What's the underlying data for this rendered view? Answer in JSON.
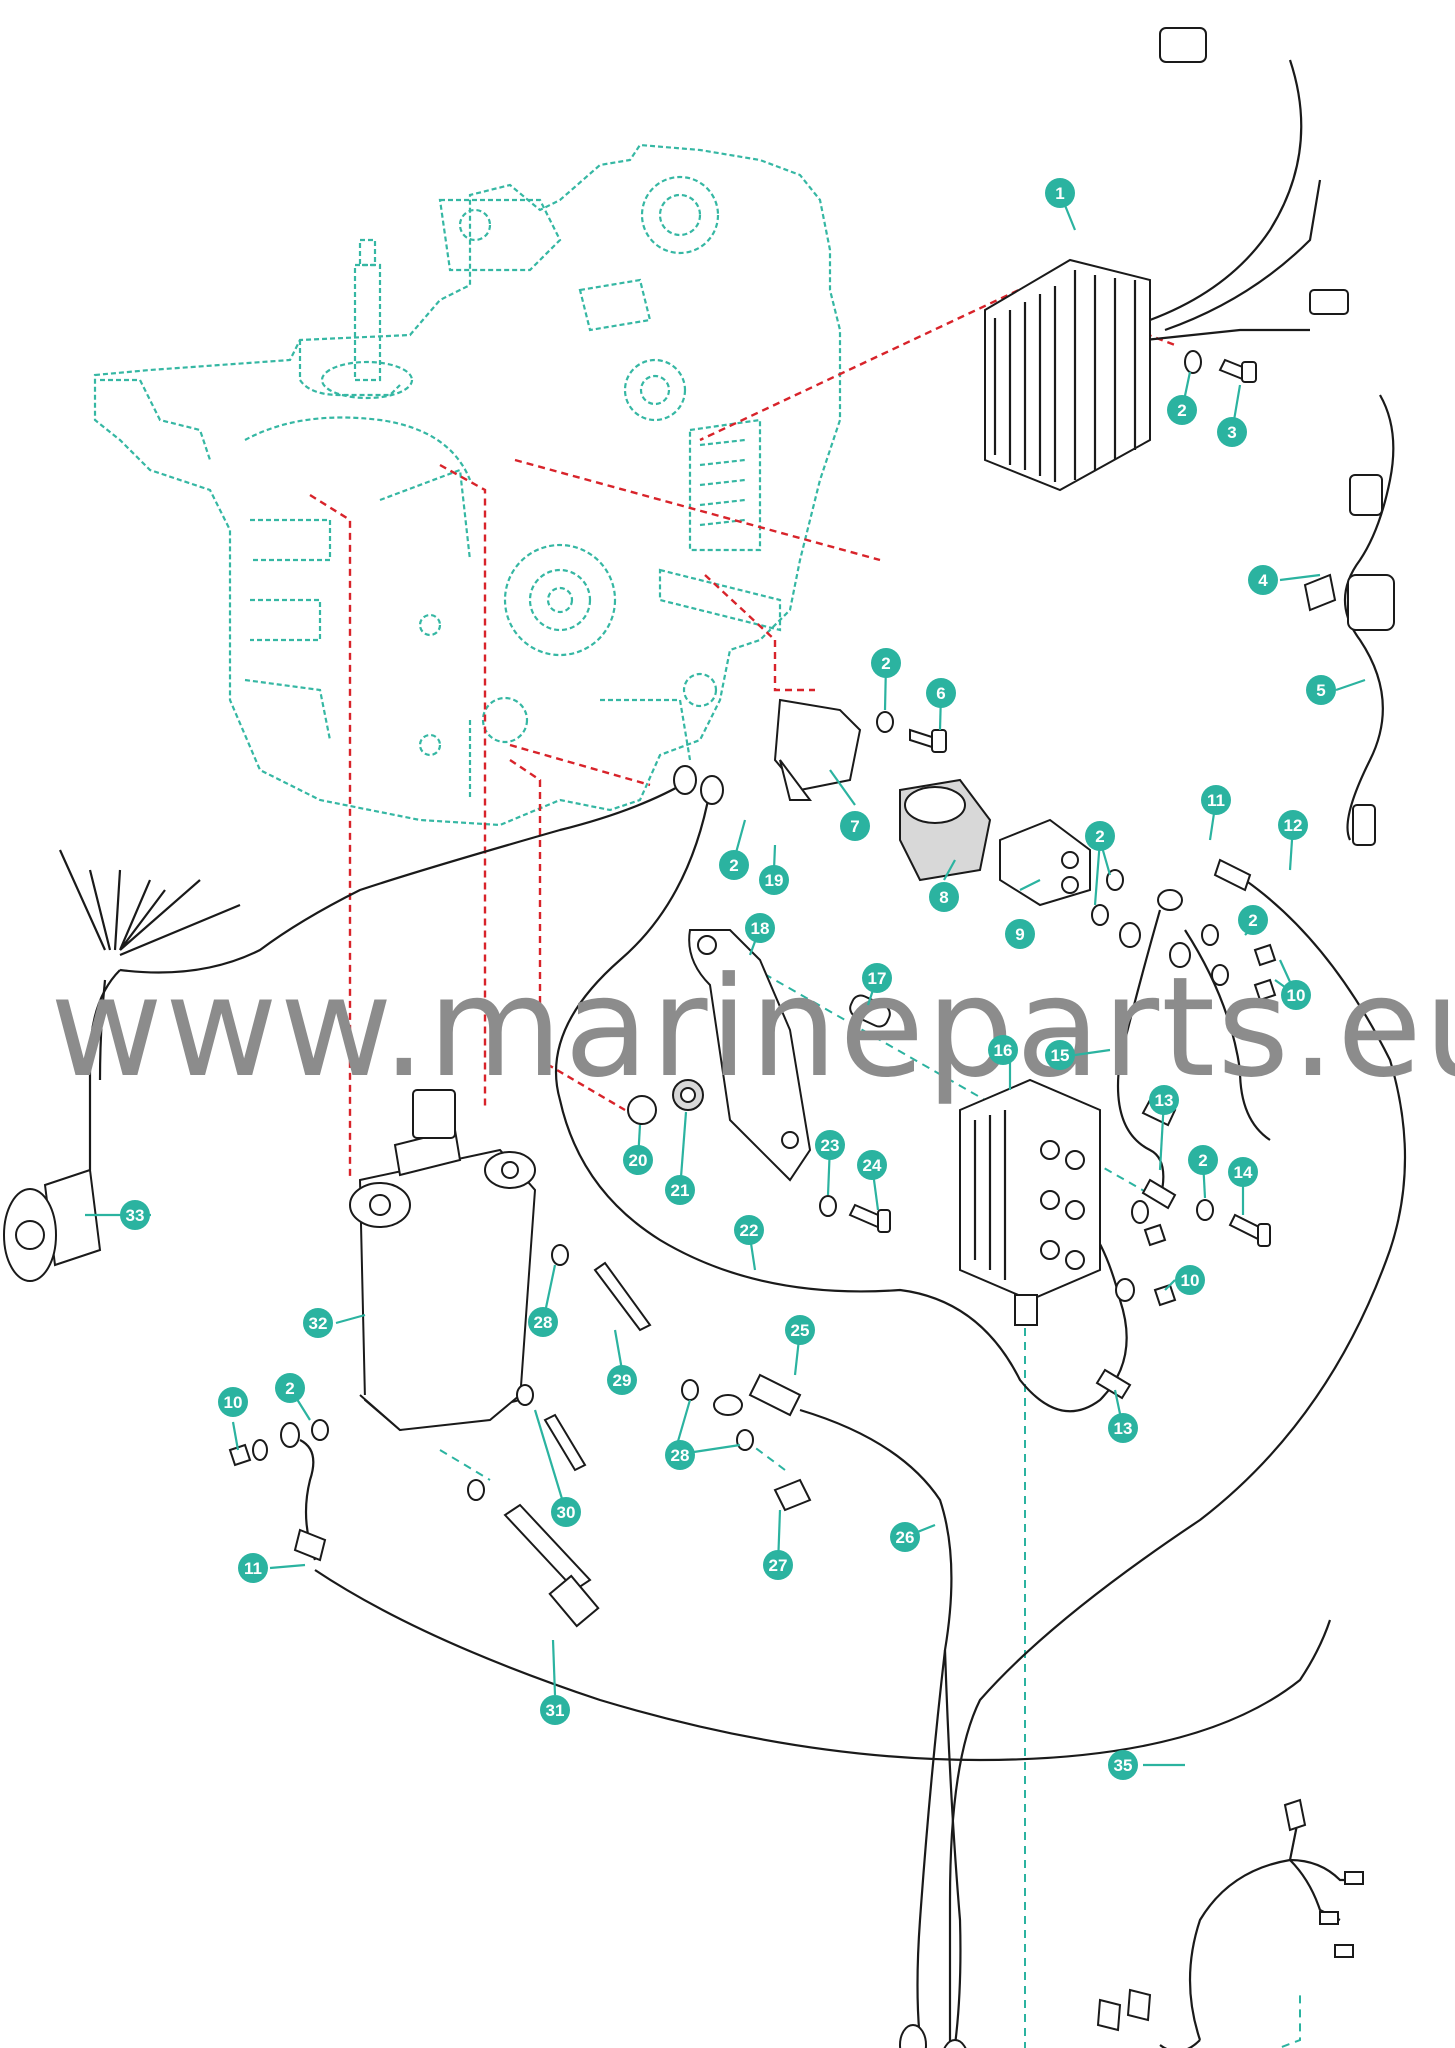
{
  "watermark": "www.marineparts.eu",
  "accent_color": "#2bb3a0",
  "callouts": [
    "1",
    "2",
    "3",
    "4",
    "5",
    "2",
    "6",
    "7",
    "2",
    "19",
    "8",
    "2",
    "9",
    "11",
    "12",
    "2",
    "10",
    "18",
    "17",
    "15",
    "16",
    "13",
    "2",
    "14",
    "20",
    "21",
    "23",
    "24",
    "22",
    "10",
    "25",
    "13",
    "28",
    "29",
    "33",
    "32",
    "10",
    "2",
    "28",
    "30",
    "27",
    "26",
    "11",
    "31",
    "35"
  ]
}
